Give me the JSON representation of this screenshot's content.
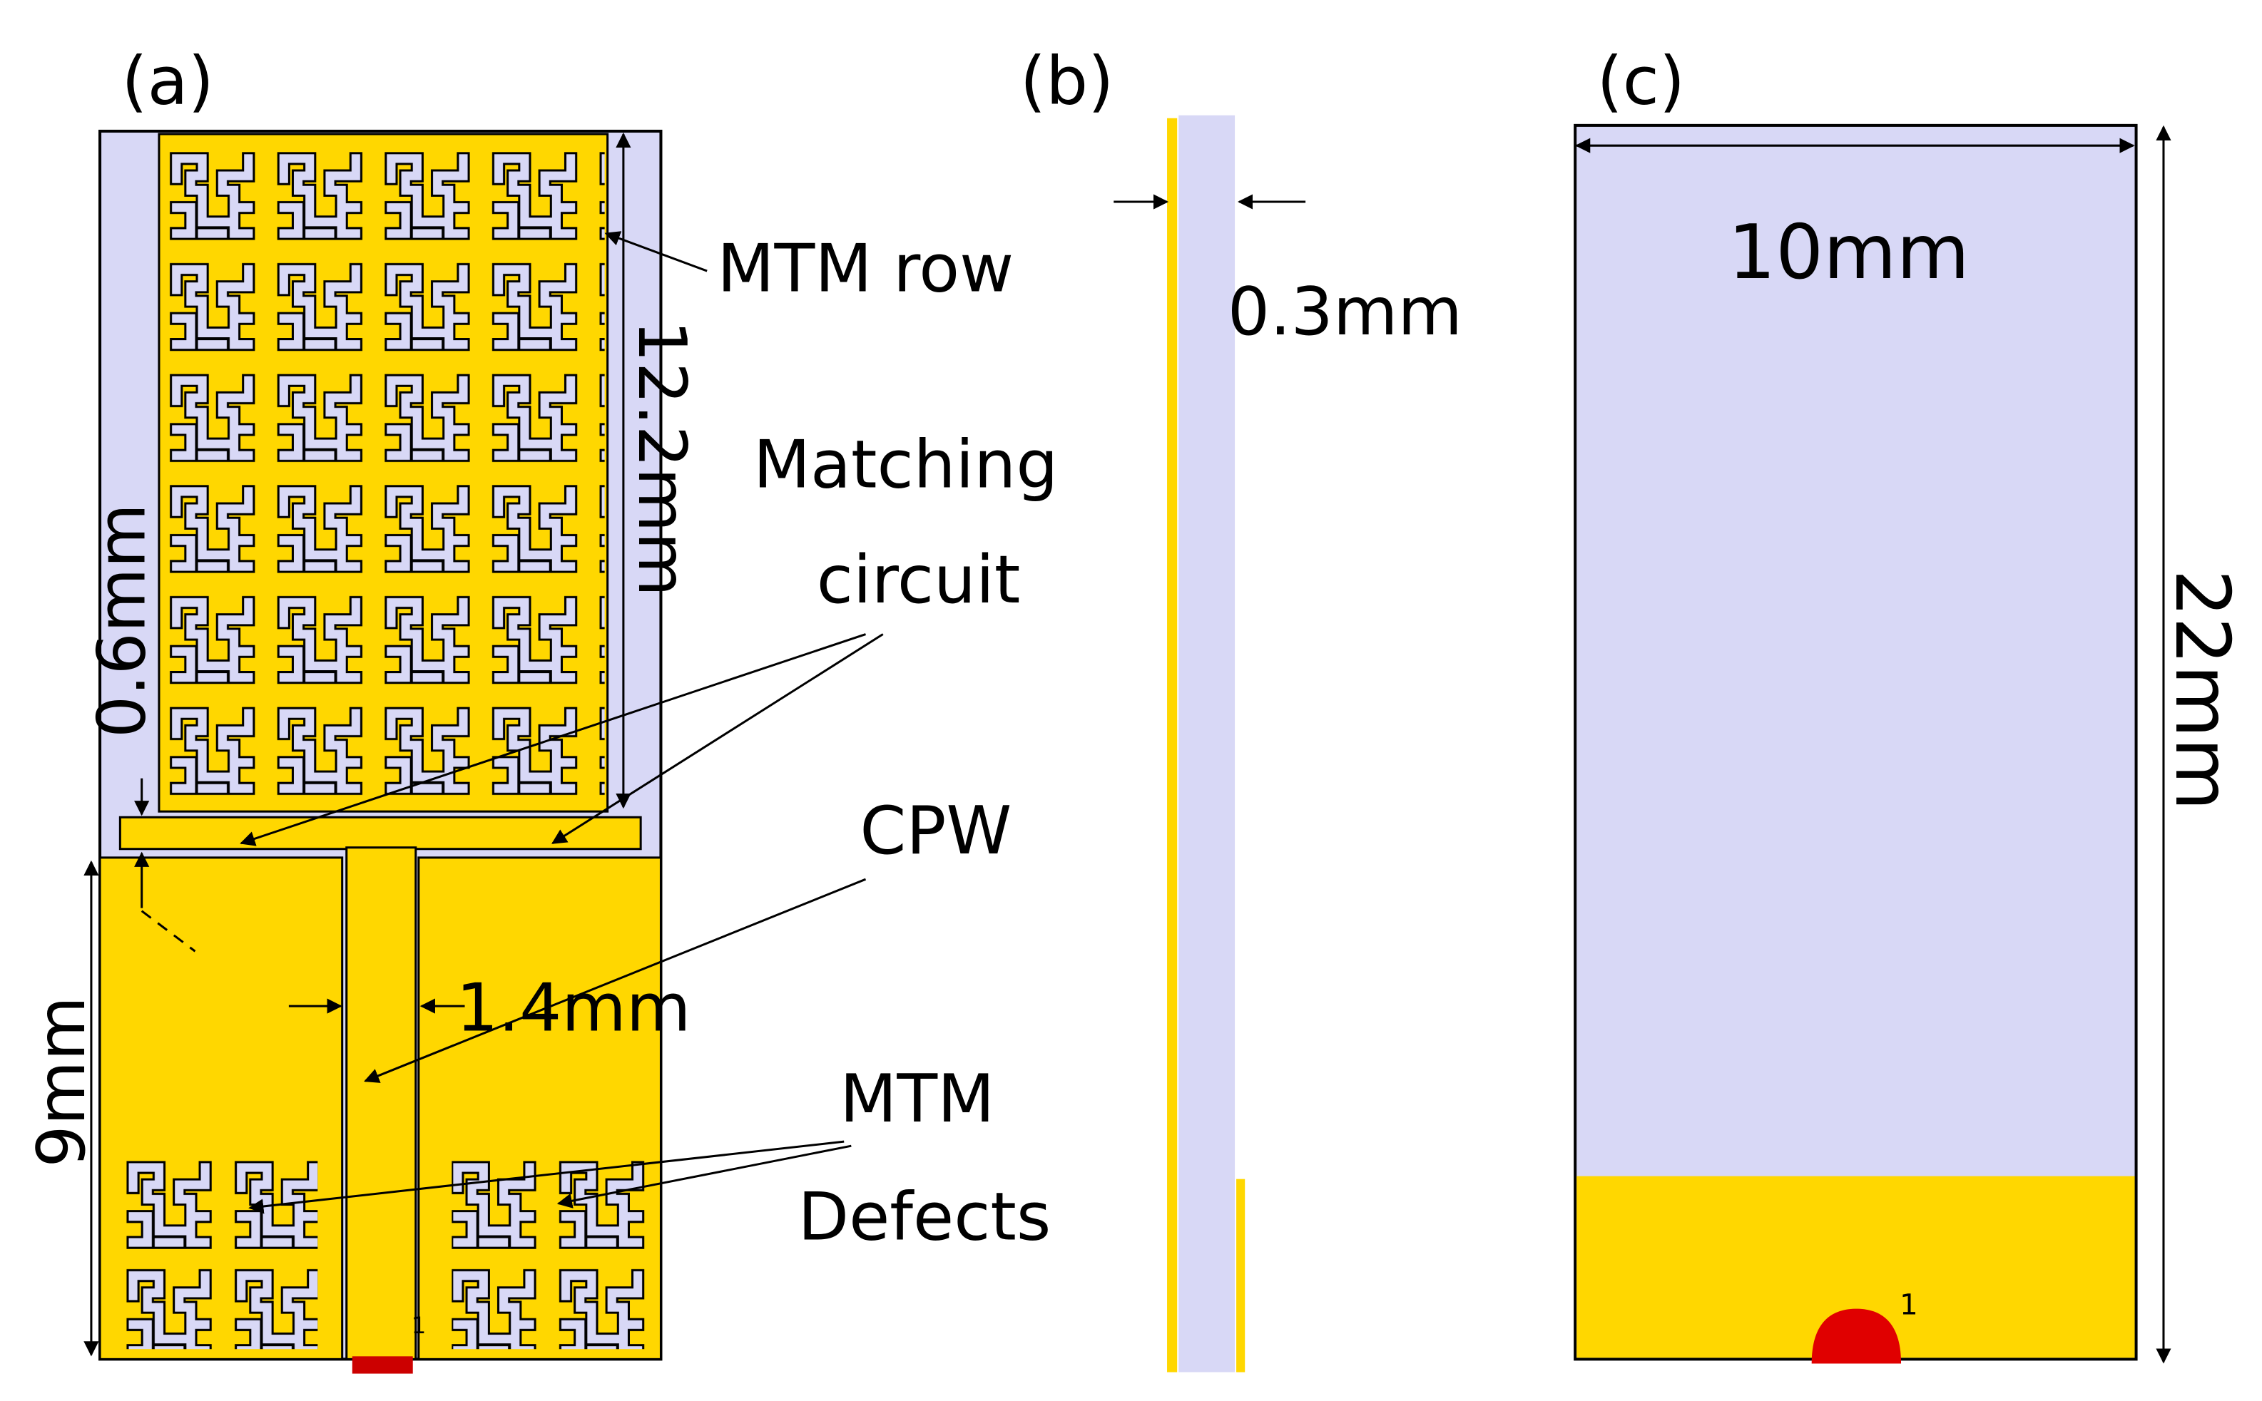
{
  "panels": {
    "a": {
      "label": "(a)",
      "annotations": {
        "mtm_row": "MTM row",
        "matching_line1": "Matching",
        "matching_line2": "circuit",
        "cpw": "CPW",
        "defects_line1": "MTM",
        "defects_line2": "Defects"
      },
      "dimensions": {
        "height_top": "12.2mm",
        "gap": "0.6mm",
        "height_bottom": "9mm",
        "cpw_width": "1.4mm"
      },
      "port": "1"
    },
    "b": {
      "label": "(b)",
      "dimensions": {
        "thickness": "0.3mm"
      }
    },
    "c": {
      "label": "(c)",
      "dimensions": {
        "width": "10mm",
        "height": "22mm"
      },
      "port": "1"
    }
  },
  "colors": {
    "substrate": "#d8d8f6",
    "metal": "#ffd700",
    "port": "#e00000",
    "stroke": "#000000"
  }
}
